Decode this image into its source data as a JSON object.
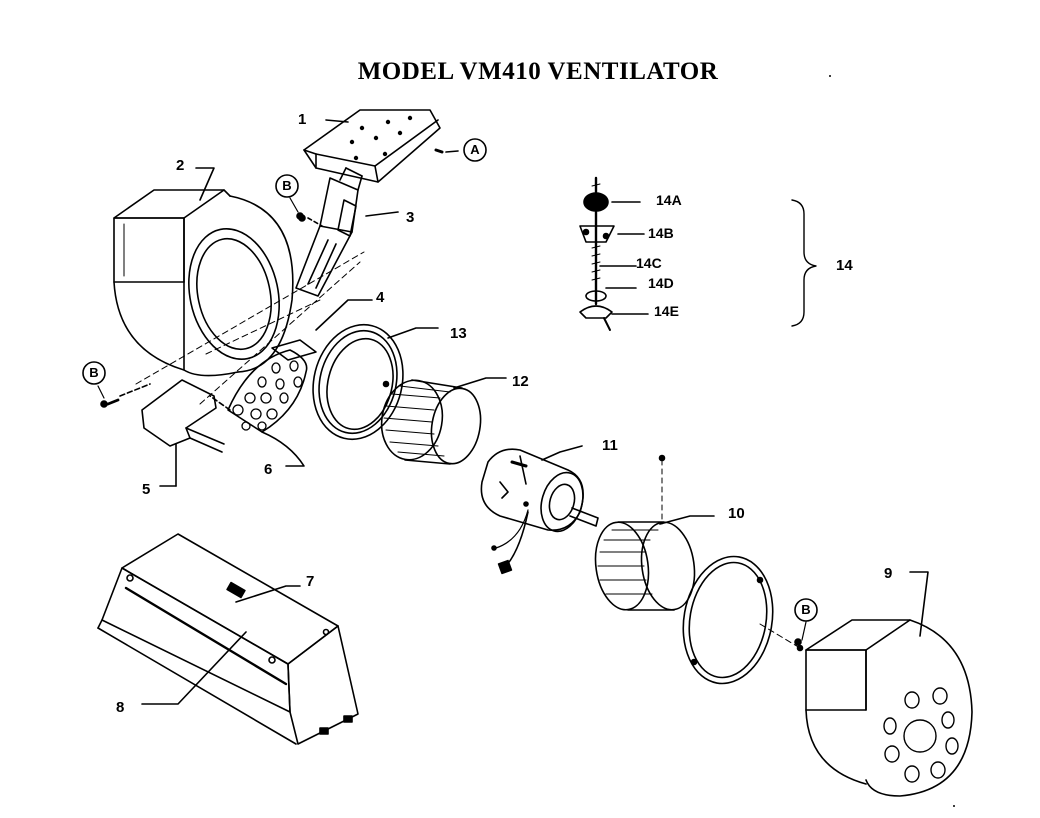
{
  "title": "MODEL VM410 VENTILATOR",
  "callouts": {
    "p1": "1",
    "p2": "2",
    "p3": "3",
    "p4": "4",
    "p5": "5",
    "p6": "6",
    "p7": "7",
    "p8": "8",
    "p9": "9",
    "p10": "10",
    "p11": "11",
    "p12": "12",
    "p13": "13",
    "p14": "14",
    "p14a": "14A",
    "p14b": "14B",
    "p14c": "14C",
    "p14d": "14D",
    "p14e": "14E"
  },
  "hardware_tags": {
    "a": "A",
    "b1": "B",
    "b2": "B",
    "b3": "B"
  }
}
